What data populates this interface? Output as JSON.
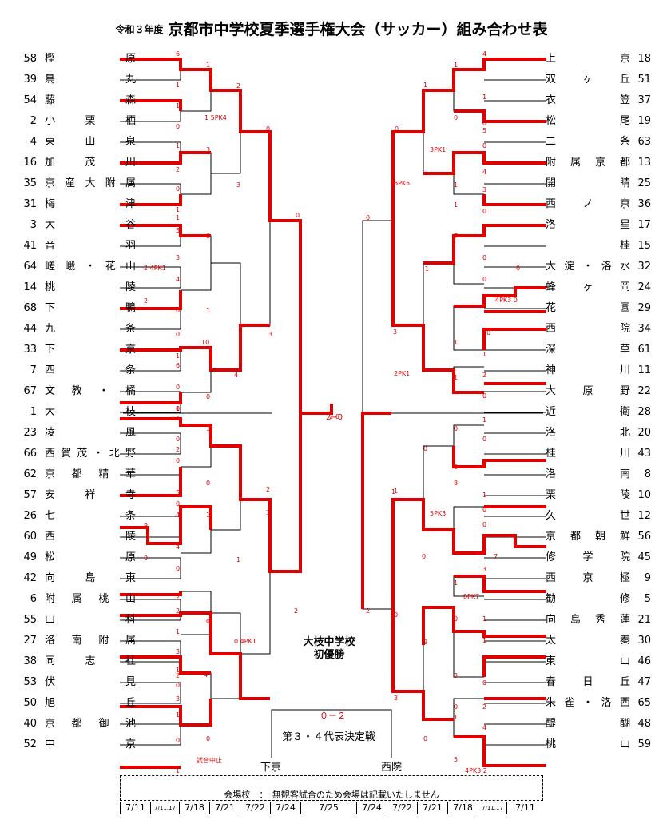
{
  "header": {
    "year_prefix": "令和３年度",
    "title": "京都市中学校夏季選手権大会（サッカー）組み合わせ表"
  },
  "colors": {
    "accent": "#e00000",
    "line": "#000000"
  },
  "left_teams": [
    {
      "num": "58",
      "name": "樫原"
    },
    {
      "num": "39",
      "name": "鳥丸"
    },
    {
      "num": "54",
      "name": "藤森"
    },
    {
      "num": "2",
      "name": "小栗栖"
    },
    {
      "num": "4",
      "name": "東山泉"
    },
    {
      "num": "16",
      "name": "加茂川"
    },
    {
      "num": "35",
      "name": "京産大附属"
    },
    {
      "num": "31",
      "name": "梅津"
    },
    {
      "num": "3",
      "name": "大谷"
    },
    {
      "num": "41",
      "name": "音羽"
    },
    {
      "num": "64",
      "name": "嵯峨・花山"
    },
    {
      "num": "14",
      "name": "桃陵"
    },
    {
      "num": "68",
      "name": "下鴨"
    },
    {
      "num": "44",
      "name": "九条"
    },
    {
      "num": "33",
      "name": "下京"
    },
    {
      "num": "7",
      "name": "四条"
    },
    {
      "num": "67",
      "name": "文教・橘"
    },
    {
      "num": "1",
      "name": "大枝"
    },
    {
      "num": "23",
      "name": "凌風"
    },
    {
      "num": "66",
      "name": "西賀茂・北野"
    },
    {
      "num": "62",
      "name": "京都精華"
    },
    {
      "num": "57",
      "name": "安祥寺"
    },
    {
      "num": "26",
      "name": "七条"
    },
    {
      "num": "60",
      "name": "西陵"
    },
    {
      "num": "49",
      "name": "松原"
    },
    {
      "num": "42",
      "name": "向島東"
    },
    {
      "num": "6",
      "name": "附属桃山"
    },
    {
      "num": "55",
      "name": "山科"
    },
    {
      "num": "27",
      "name": "洛南附属"
    },
    {
      "num": "38",
      "name": "同志社"
    },
    {
      "num": "53",
      "name": "伏見"
    },
    {
      "num": "50",
      "name": "旭丘"
    },
    {
      "num": "40",
      "name": "京都御池"
    },
    {
      "num": "52",
      "name": "中京"
    }
  ],
  "right_teams": [
    {
      "num": "18",
      "name": "上京"
    },
    {
      "num": "51",
      "name": "双ヶ丘"
    },
    {
      "num": "37",
      "name": "衣笠"
    },
    {
      "num": "19",
      "name": "松尾"
    },
    {
      "num": "63",
      "name": "二条"
    },
    {
      "num": "13",
      "name": "附属京都"
    },
    {
      "num": "25",
      "name": "開睛"
    },
    {
      "num": "36",
      "name": "西ノ京"
    },
    {
      "num": "17",
      "name": "洛星"
    },
    {
      "num": "15",
      "name": "　桂　"
    },
    {
      "num": "32",
      "name": "大淀・洛水"
    },
    {
      "num": "24",
      "name": "蜂ヶ岡"
    },
    {
      "num": "29",
      "name": "花園"
    },
    {
      "num": "34",
      "name": "西院"
    },
    {
      "num": "61",
      "name": "深草"
    },
    {
      "num": "11",
      "name": "神川"
    },
    {
      "num": "22",
      "name": "大原野"
    },
    {
      "num": "28",
      "name": "近衛"
    },
    {
      "num": "20",
      "name": "洛北"
    },
    {
      "num": "43",
      "name": "桂川"
    },
    {
      "num": "8",
      "name": "洛南"
    },
    {
      "num": "10",
      "name": "栗陵"
    },
    {
      "num": "12",
      "name": "久世"
    },
    {
      "num": "56",
      "name": "京都朝鮮"
    },
    {
      "num": "45",
      "name": "修学院"
    },
    {
      "num": "9",
      "name": "西京極"
    },
    {
      "num": "5",
      "name": "勧修"
    },
    {
      "num": "21",
      "name": "向島秀蓮"
    },
    {
      "num": "30",
      "name": "太秦"
    },
    {
      "num": "46",
      "name": "東山"
    },
    {
      "num": "47",
      "name": "春日丘"
    },
    {
      "num": "65",
      "name": "朱雀・洛西"
    },
    {
      "num": "48",
      "name": "醍醐"
    },
    {
      "num": "59",
      "name": "桃山"
    }
  ],
  "scores": [
    {
      "t": "6"
    },
    {
      "t": "1"
    },
    {
      "t": "1"
    },
    {
      "t": "1"
    },
    {
      "t": "0"
    },
    {
      "t": "1 5PK4"
    },
    {
      "t": "2"
    },
    {
      "t": "0"
    },
    {
      "t": "1"
    },
    {
      "t": "3"
    },
    {
      "t": "2"
    },
    {
      "t": "0"
    },
    {
      "t": "1"
    },
    {
      "t": "1"
    },
    {
      "t": "3"
    },
    {
      "t": "0"
    },
    {
      "t": "5"
    },
    {
      "t": "0"
    },
    {
      "t": "3"
    },
    {
      "t": "2 4PK1"
    },
    {
      "t": "4"
    },
    {
      "t": "2"
    },
    {
      "t": "0"
    },
    {
      "t": "1"
    },
    {
      "t": "0"
    },
    {
      "t": "1"
    },
    {
      "t": "10"
    },
    {
      "t": "6"
    },
    {
      "t": "4"
    },
    {
      "t": "0"
    },
    {
      "t": "0"
    },
    {
      "t": "0"
    },
    {
      "t": "1"
    },
    {
      "t": "12"
    },
    {
      "t": "1"
    },
    {
      "t": "0"
    },
    {
      "t": "2"
    },
    {
      "t": "0"
    },
    {
      "t": "5"
    },
    {
      "t": "0"
    },
    {
      "t": "0"
    },
    {
      "t": "4"
    },
    {
      "t": "8"
    },
    {
      "t": "4"
    },
    {
      "t": "0"
    },
    {
      "t": "1"
    },
    {
      "t": "0"
    },
    {
      "t": "1"
    },
    {
      "t": "2"
    },
    {
      "t": "2"
    },
    {
      "t": "0"
    },
    {
      "t": "1"
    },
    {
      "t": "3"
    },
    {
      "t": "4"
    },
    {
      "t": "0 4PK1"
    },
    {
      "t": "1"
    },
    {
      "t": "2"
    },
    {
      "t": "0"
    },
    {
      "t": "0"
    },
    {
      "t": "3"
    },
    {
      "t": "1"
    },
    {
      "t": "0"
    },
    {
      "t": "1"
    },
    {
      "t": "3"
    },
    {
      "t": "3"
    },
    {
      "t": "2"
    },
    {
      "t": "2"
    },
    {
      "t": "4"
    },
    {
      "t": "1"
    },
    {
      "t": "1"
    },
    {
      "t": "0"
    },
    {
      "t": "0"
    },
    {
      "t": "5"
    },
    {
      "t": "0"
    },
    {
      "t": "0"
    },
    {
      "t": "1"
    },
    {
      "t": "4"
    },
    {
      "t": "3PK1"
    },
    {
      "t": "6PK5"
    },
    {
      "t": "1"
    },
    {
      "t": "3"
    },
    {
      "t": "1"
    },
    {
      "t": "0"
    },
    {
      "t": "3"
    },
    {
      "t": "7"
    },
    {
      "t": "0"
    },
    {
      "t": "1"
    },
    {
      "t": "0"
    },
    {
      "t": "4"
    },
    {
      "t": "4PK3 0"
    },
    {
      "t": "0"
    },
    {
      "t": "10"
    },
    {
      "t": "1"
    },
    {
      "t": "1"
    },
    {
      "t": "3"
    },
    {
      "t": "2PK1"
    },
    {
      "t": "2"
    },
    {
      "t": "1"
    },
    {
      "t": "0"
    },
    {
      "t": "1"
    },
    {
      "t": "0"
    },
    {
      "t": "0"
    },
    {
      "t": "3"
    },
    {
      "t": "8"
    },
    {
      "t": "1"
    },
    {
      "t": "0"
    },
    {
      "t": "0"
    },
    {
      "t": "5PK3"
    },
    {
      "t": "1"
    },
    {
      "t": "0"
    },
    {
      "t": "9"
    },
    {
      "t": "7"
    },
    {
      "t": "3"
    },
    {
      "t": "1"
    },
    {
      "t": "8PK7"
    },
    {
      "t": "1"
    },
    {
      "t": "0"
    },
    {
      "t": "9"
    },
    {
      "t": "1"
    },
    {
      "t": "4"
    },
    {
      "t": "3"
    },
    {
      "t": "0"
    },
    {
      "t": "2"
    },
    {
      "t": "0"
    },
    {
      "t": "1"
    },
    {
      "t": "4"
    },
    {
      "t": "2"
    },
    {
      "t": "0"
    },
    {
      "t": "4PK3 2"
    },
    {
      "t": "5"
    },
    {
      "t": "3"
    },
    {
      "t": "0"
    },
    {
      "t": "2"
    },
    {
      "t": "2-0"
    },
    {
      "t": "1"
    },
    {
      "t": "0"
    },
    {
      "t": "0"
    },
    {
      "t": "0"
    }
  ],
  "final_score": "2−0",
  "cancel_note": "試合中止",
  "winner_text": {
    "line1": "大枝中学校",
    "line2": "初優勝"
  },
  "third_place": {
    "label": "第３・４代表決定戦",
    "score": "０－２",
    "left": "下京",
    "right": "西院"
  },
  "venue_note": "会場校　：　無観客試合のため会場は記載いたしません",
  "dates": [
    "7/11",
    "7/11,17",
    "7/18",
    "7/21",
    "7/22",
    "7/24",
    "7/25",
    "7/24",
    "7/22",
    "7/21",
    "7/18",
    "7/11,17",
    "7/11"
  ]
}
